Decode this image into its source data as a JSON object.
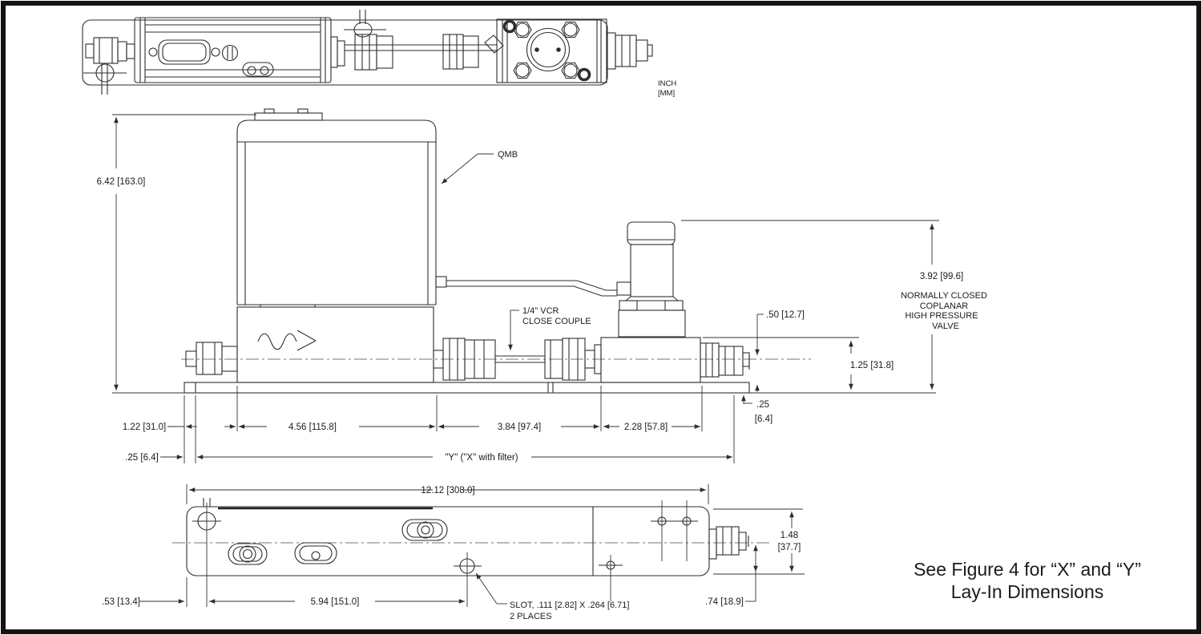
{
  "drawing": {
    "units": {
      "inch": "INCH",
      "mm": "[MM]"
    },
    "labels": {
      "qmb": "QMB",
      "vcr_line1": "1/4\" VCR",
      "vcr_line2": "CLOSE COUPLE",
      "valve_note_line1": "NORMALLY CLOSED",
      "valve_note_line2": "COPLANAR",
      "valve_note_line3": "HIGH PRESSURE",
      "valve_note_line4": "VALVE",
      "slot_line1": "SLOT, .111 [2.82] X .264 [6.71]",
      "slot_line2": "2 PLACES",
      "lay_in_ref": "\"Y\" (\"X\" with filter)",
      "figure_note_line1": "See Figure 4 for “X” and “Y”",
      "figure_note_line2": "Lay-In Dimensions"
    },
    "dimensions": {
      "overall_height": "6.42 [163.0]",
      "valve_height": "3.92 [99.6]",
      "port_to_base": ".50 [12.7]",
      "body_height": "1.25 [31.8]",
      "plate_thickness_value": ".25",
      "plate_thickness_mm": "[6.4]",
      "inlet_offset": "1.22 [31.0]",
      "body_length": "4.56 [115.8]",
      "close_couple_length": "3.84 [97.4]",
      "valve_length": "2.28 [57.8]",
      "plate_edge_offset": ".25 [6.4]",
      "overall_length": "12.12 [308.0]",
      "plate_width_value": "1.48",
      "plate_width_mm": "[37.7]",
      "hole_offset": ".53 [13.4]",
      "slot_spacing": "5.94 [151.0]",
      "port_centerline": ".74 [18.9]"
    }
  }
}
